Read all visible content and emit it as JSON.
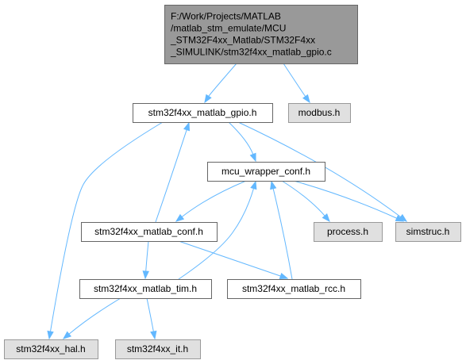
{
  "diagram": {
    "nodes": [
      {
        "id": "root",
        "lines": [
          "F:/Work/Projects/MATLAB",
          "/matlab_stm_emulate/MCU",
          "_STM32F4xx_Matlab/STM32F4xx",
          "_SIMULINK/stm32f4xx_matlab_gpio.c"
        ],
        "style": "root"
      },
      {
        "id": "gpio_h",
        "lines": [
          "stm32f4xx_matlab_gpio.h"
        ],
        "style": "white"
      },
      {
        "id": "modbus_h",
        "lines": [
          "modbus.h"
        ],
        "style": "gray"
      },
      {
        "id": "mcu_wrapper",
        "lines": [
          "mcu_wrapper_conf.h"
        ],
        "style": "white"
      },
      {
        "id": "conf_h",
        "lines": [
          "stm32f4xx_matlab_conf.h"
        ],
        "style": "white"
      },
      {
        "id": "process_h",
        "lines": [
          "process.h"
        ],
        "style": "gray"
      },
      {
        "id": "simstruc_h",
        "lines": [
          "simstruc.h"
        ],
        "style": "gray"
      },
      {
        "id": "tim_h",
        "lines": [
          "stm32f4xx_matlab_tim.h"
        ],
        "style": "white"
      },
      {
        "id": "rcc_h",
        "lines": [
          "stm32f4xx_matlab_rcc.h"
        ],
        "style": "white"
      },
      {
        "id": "hal_h",
        "lines": [
          "stm32f4xx_hal.h"
        ],
        "style": "gray"
      },
      {
        "id": "it_h",
        "lines": [
          "stm32f4xx_it.h"
        ],
        "style": "gray"
      }
    ],
    "edges": [
      {
        "from": "root",
        "to": "gpio_h"
      },
      {
        "from": "root",
        "to": "modbus_h"
      },
      {
        "from": "gpio_h",
        "to": "mcu_wrapper"
      },
      {
        "from": "gpio_h",
        "to": "simstruc_h"
      },
      {
        "from": "gpio_h",
        "to": "hal_h"
      },
      {
        "from": "mcu_wrapper",
        "to": "conf_h"
      },
      {
        "from": "mcu_wrapper",
        "to": "process_h"
      },
      {
        "from": "mcu_wrapper",
        "to": "simstruc_h"
      },
      {
        "from": "conf_h",
        "to": "gpio_h"
      },
      {
        "from": "conf_h",
        "to": "tim_h"
      },
      {
        "from": "conf_h",
        "to": "rcc_h"
      },
      {
        "from": "tim_h",
        "to": "mcu_wrapper"
      },
      {
        "from": "tim_h",
        "to": "hal_h"
      },
      {
        "from": "tim_h",
        "to": "it_h"
      },
      {
        "from": "rcc_h",
        "to": "mcu_wrapper"
      }
    ]
  }
}
